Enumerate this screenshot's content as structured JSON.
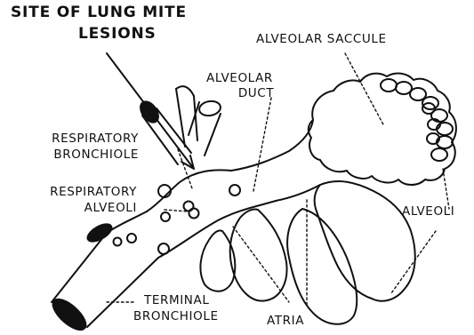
{
  "title_lines": [
    "SITE OF LUNG MITE",
    "LESIONS"
  ],
  "labels": {
    "alveolar_saccule": "ALVEOLAR SACCULE",
    "alveolar_duct": [
      "ALVEOLAR",
      "DUCT"
    ],
    "respiratory_bronchiole": [
      "RESPIRATORY",
      "BRONCHIOLE"
    ],
    "respiratory_alveoli": [
      "RESPIRATORY",
      "ALVEOLI"
    ],
    "alveoli": "ALVEOLI",
    "terminal_bronchiole": [
      "TERMINAL",
      "BRONCHIOLE"
    ],
    "atria": "ATRIA"
  },
  "colors": {
    "ink": "#111111",
    "paper": "#ffffff"
  }
}
